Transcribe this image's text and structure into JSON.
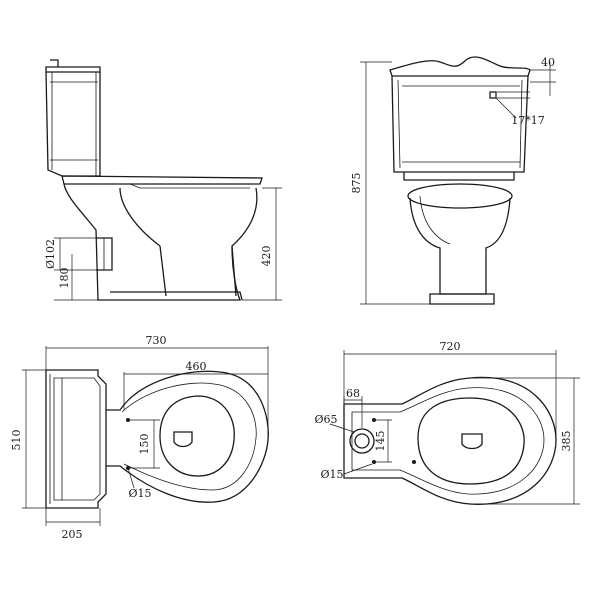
{
  "drawing": {
    "side_view": {
      "height": "420",
      "pipe_diameter": "Ø102",
      "outlet_height": "180"
    },
    "front_view": {
      "total_height": "875",
      "top_offset": "40",
      "button": "17*17"
    },
    "top_view_left": {
      "total_length": "730",
      "bowl_length": "460",
      "width": "510",
      "tank_depth": "205",
      "hole_spacing": "150",
      "hole_diameter": "Ø15"
    },
    "top_view_right": {
      "total_length": "720",
      "width": "385",
      "inlet_offset": "68",
      "inlet_diameter": "Ø65",
      "hole_spacing": "145",
      "hole_diameter": "Ø15"
    }
  }
}
